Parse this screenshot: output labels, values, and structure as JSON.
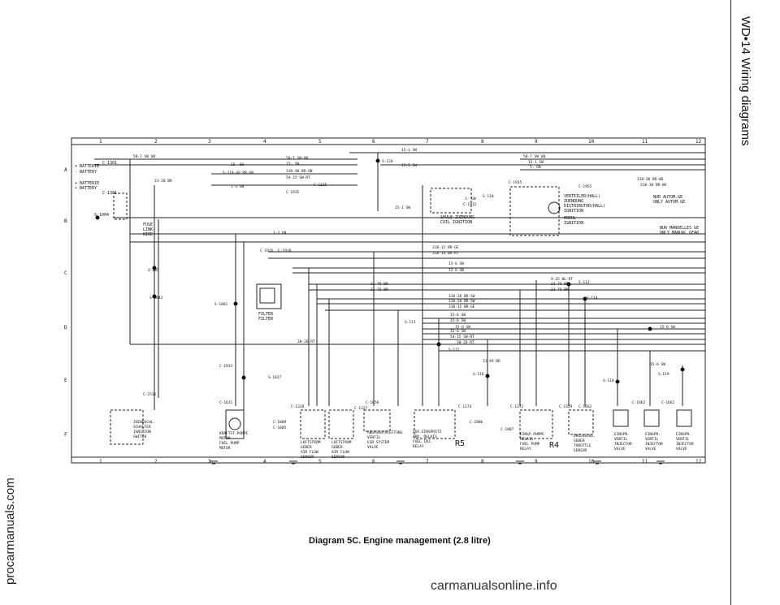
{
  "watermark_left": "procarmanuals.com",
  "watermark_bottom": "carmanualsonline.info",
  "page_header": "WD•14  Wiring diagrams",
  "caption": "Diagram 5C. Engine management (2.8 litre)",
  "grid_cols": [
    "1",
    "2",
    "3",
    "4",
    "5",
    "6",
    "7",
    "8",
    "9",
    "10",
    "11",
    "12"
  ],
  "grid_rows": [
    "A",
    "B",
    "C",
    "D",
    "E",
    "F"
  ],
  "left_labels": [
    "+ BATTERIE",
    "- BATTERY",
    "+ BATTERIE",
    "+ BATTERY",
    "C-1301",
    "C-1301",
    "S-1004"
  ],
  "wire_labels": [
    "50-7 SW GN",
    "15- SW",
    "31-28 BR",
    "S-318-40 BR-GN",
    "1-3 GN",
    "50-7 SW-GN",
    "15- SW",
    "318-40 BR-GN",
    "54-15 SW-RT",
    "C-1125",
    "C-1935",
    "15-1 SW",
    "S-120",
    "15-1 SW",
    "S-110",
    "C-1912",
    "15-1 SW",
    "1- GN",
    "50-7 SW GN",
    "15-1 SW",
    "1- GN",
    "C-1915",
    "C-1955",
    "318-30 BR-WS",
    "318-30 BR-WS",
    "1-3 GN",
    "318-12 BR-GE",
    "318-14 BR-RT",
    "15-6 SW",
    "15-6 SW",
    "9-25 BL-RT",
    "31-75 BR",
    "31-75 BR",
    "S-113",
    "31-75 BR",
    "31-75 BR",
    "318-20 BR-SW",
    "318-20 BR-SW",
    "318-15 BR-GE",
    "S-114",
    "15-6 SW",
    "15-6 SW",
    "15-6 SW",
    "15-6 SW",
    "54-15 SW-RT",
    "30-28 RT",
    "S-115",
    "S-111",
    "30-28 RT",
    "S-105",
    "S-1043",
    "S-1081",
    "S-1027",
    "C-1933",
    "C-1631",
    "C-1328",
    "C-1650",
    "C-1327",
    "C-1174",
    "C-1372",
    "C-1329",
    "C-1662",
    "C-1662",
    "C-1662",
    "15-6 SW",
    "S-118",
    "S-119",
    "31-49 BR",
    "S-116",
    "C-1006",
    "C-1009",
    "C-1005",
    "C-1531",
    "C-1007",
    "C-1916",
    "C-1918",
    "15-6 SW"
  ],
  "components": [
    {
      "de": "ZUENDSCHL.",
      "en": "SCHALTER",
      "ex": "IGNITION",
      "ex2": "SWITCH"
    },
    {
      "de": "KRAFTST.PUMPE",
      "en": "MOTOR",
      "ex": "FUEL PUMP",
      "ex2": "MOTOR"
    },
    {
      "de": "LUFTSTROM",
      "en": "GEBER",
      "ex": "AIR FLOW",
      "ex2": "SENSOR"
    },
    {
      "de": "LUFTSTROM",
      "en": "GEBER",
      "ex": "AIR FLOW",
      "ex2": "SENSOR"
    },
    {
      "de": "ABGASENTRIEFTUNG",
      "en": "VENTIL",
      "ex": "EGR SYSTEM",
      "ex2": "VALVE"
    },
    {
      "de": "ZUS.EINSPRITZ",
      "en": "ADD. RELAIS",
      "ex": "FUEL INJ.",
      "ex2": "RELAY"
    },
    {
      "de": "EINSP.PUMPE",
      "en": "RELAIS",
      "ex": "FUEL PUMP",
      "ex2": "RELAY"
    },
    {
      "de": "DROSSELKL.",
      "en": "GEBER",
      "ex": "THROTTLE",
      "ex2": "SENSOR"
    },
    {
      "de": "EINSPR.",
      "en": "VENTIL",
      "ex": "INJECTOR",
      "ex2": "VALVE"
    },
    {
      "de": "EINSPR.",
      "en": "VENTIL",
      "ex": "INJECTOR",
      "ex2": "VALVE"
    },
    {
      "de": "EINSPR.",
      "en": "VENTIL",
      "ex": "INJECTOR",
      "ex2": "VALVE"
    }
  ],
  "other_labels": {
    "fuse": [
      "FUSE",
      "LINK",
      "WIRE"
    ],
    "filter": [
      "FILTER",
      "FILTER"
    ],
    "coil": [
      "SPULE ZUENDUNG",
      "COIL IGNITION"
    ],
    "distributor": [
      "VERTEILER(HALL)",
      "ZUENDUNG",
      "DISTRIBUTOR(HALL)",
      "IGNITION"
    ],
    "module": [
      "MODUL",
      "IGNITION"
    ],
    "auto": [
      "NUR AUTOM.GE",
      "ONLY AUTOM.GE"
    ],
    "manual": [
      "NUR MANUELLES GE",
      "ONLY MANUAL GEAR"
    ],
    "relay_marks": [
      "R5",
      "R4"
    ]
  }
}
